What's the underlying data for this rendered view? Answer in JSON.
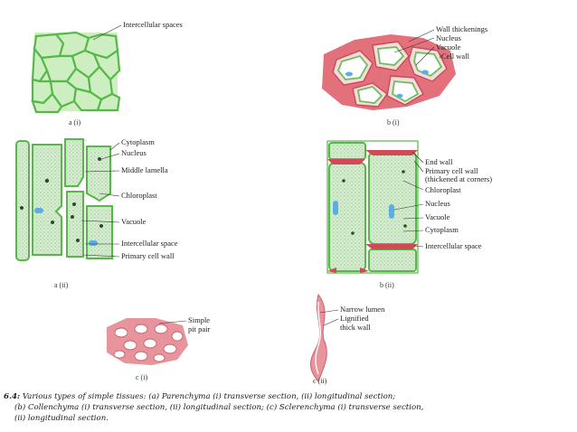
{
  "panels": {
    "a_i": {
      "caption": "a (i)",
      "labels": {
        "intercellular_spaces": "Intercellular spaces"
      }
    },
    "b_i": {
      "caption": "b (i)",
      "labels": {
        "wall_thickenings": "Wall thickenings",
        "nucleus": "Nucleus",
        "vacuole": "Vacuole",
        "cell_wall": "Cell wall"
      }
    },
    "a_ii": {
      "caption": "a (ii)",
      "labels": {
        "cytoplasm": "Cytoplasm",
        "nucleus": "Nucleus",
        "middle_lamella": "Middle lamella",
        "chloroplast": "Chloroplast",
        "vacuole": "Vacuole",
        "intercellular_space": "Intercellular space",
        "primary_cell_wall": "Primary cell wall"
      }
    },
    "b_ii": {
      "caption": "b (ii)",
      "labels": {
        "end_wall": "End wall",
        "primary_cell_wall": "Primary cell wall",
        "thickened_at_corners": "(thickened at corners)",
        "chloroplast": "Chloroplast",
        "nucleus": "Nucleus",
        "vacuole": "Vacuole",
        "cytoplasm": "Cytoplasm",
        "intercellular_space": "Intercellular space"
      }
    },
    "c_i": {
      "caption": "c (i)",
      "labels": {
        "simple": "Simple",
        "pit_pair": "pit pair"
      }
    },
    "c_ii": {
      "caption": "c (ii)",
      "labels": {
        "narrow_lumen": "Narrow lumen",
        "lignified": "Lignified",
        "thick_wall": "thick wall"
      }
    }
  },
  "figure_caption": {
    "number": "6.4:",
    "line1": "Various types of simple tissues: (a) Parenchyma (i) transverse section, (ii) longitudinal section;",
    "line2": "(b) Collenchyma (i) transverse section, (ii) longitudinal section; (c) Sclerenchyma (i) transverse section,",
    "line3": "(ii) longitudinal section."
  },
  "colors": {
    "parenchyma_fill": "#cdeec0",
    "parenchyma_wall": "#55b848",
    "collenchyma_thick": "#e0707a",
    "sclerenchyma": "#e8949c",
    "nucleus_blue": "#5aaee6"
  }
}
